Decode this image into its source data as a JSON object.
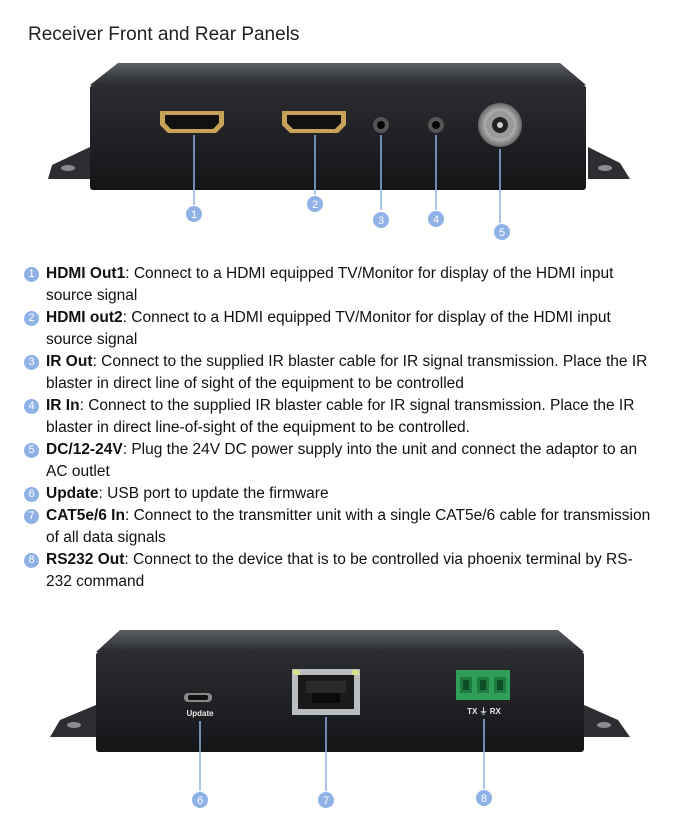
{
  "title": "Receiver Front and Rear Panels",
  "colors": {
    "accent": "#8eb1e6",
    "panel": "#1d1f22",
    "terminal": "#2f9e58"
  },
  "callouts": [
    "1",
    "2",
    "3",
    "4",
    "5",
    "6",
    "7",
    "8"
  ],
  "rear_labels": {
    "update": "Update",
    "txrx": "TX ⏚ RX"
  },
  "items": [
    {
      "num": "1",
      "term": "HDMI Out1",
      "sep": ": ",
      "desc": "Connect to a HDMI equipped TV/Monitor for display of the HDMI input source signal"
    },
    {
      "num": "2",
      "term": "HDMI out2",
      "sep": ": ",
      "desc": "Connect to a HDMI equipped TV/Monitor for display of the HDMI input source signal"
    },
    {
      "num": "3",
      "term": "IR Out",
      "sep": ": ",
      "desc": "Connect to the supplied IR blaster cable for IR signal transmission. Place the IR blaster in direct line of sight of the equipment to be controlled"
    },
    {
      "num": "4",
      "term": "IR In",
      "sep": ": ",
      "desc": "Connect to the supplied IR blaster cable for IR signal transmission. Place the IR blaster in direct line-of-sight of the equipment to be controlled."
    },
    {
      "num": "5",
      "term": "DC/12-24V",
      "sep": ": ",
      "desc": "Plug the 24V DC power supply into the unit and connect the adaptor to an AC outlet"
    },
    {
      "num": "6",
      "term": "Update",
      "sep": ": ",
      "desc": "USB port to update the firmware"
    },
    {
      "num": "7",
      "term": "CAT5e/6 In",
      "sep": ": ",
      "desc": "Connect to the transmitter unit with a single CAT5e/6 cable for transmission of all data signals"
    },
    {
      "num": "8",
      "term": "RS232 Out",
      "sep": ": ",
      "desc": "Connect to the device that is to be controlled via phoenix terminal by RS-232 command"
    }
  ]
}
